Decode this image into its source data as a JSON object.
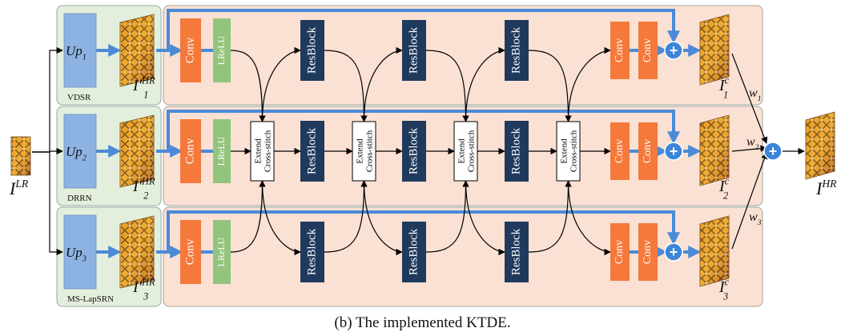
{
  "colors": {
    "green_panel": "#e3efdc",
    "orange_panel": "#fbe1d3",
    "up_block": "#8db3e2",
    "conv": "#f4793b",
    "lrelu": "#93c47d",
    "resblock": "#1f3a5c",
    "arrow": "#4a8ad8",
    "plus": "#3d85d8"
  },
  "input_label": {
    "base": "I",
    "sup": "LR"
  },
  "output_label": {
    "base": "I",
    "sup": "HR"
  },
  "rows": [
    {
      "up_base": "Up",
      "up_sub": "1",
      "model": "VDSR",
      "sr_base": "I",
      "sr_prime": "′",
      "sr_sub": "1",
      "sr_sup": "HR",
      "out_base": "I",
      "out_sub": "1",
      "out_sup": "c",
      "weight_base": "w",
      "weight_sub": "1"
    },
    {
      "up_base": "Up",
      "up_sub": "2",
      "model": "DRRN",
      "sr_base": "I",
      "sr_prime": "′",
      "sr_sub": "2",
      "sr_sup": "HR",
      "out_base": "I",
      "out_sub": "2",
      "out_sup": "c",
      "weight_base": "w",
      "weight_sub": "2"
    },
    {
      "up_base": "Up",
      "up_sub": "3",
      "model": "MS-LapSRN",
      "sr_base": "I",
      "sr_prime": "′",
      "sr_sub": "3",
      "sr_sup": "HR",
      "out_base": "I",
      "out_sub": "3",
      "out_sup": "c",
      "weight_base": "w",
      "weight_sub": "3"
    }
  ],
  "blocks": {
    "conv": "Conv",
    "lrelu": "LReLU",
    "resblock": "ResBlock",
    "cross_stitch_line1": "Extend",
    "cross_stitch_line2": "Cross-stitch"
  },
  "caption": "(b) The implemented KTDE."
}
